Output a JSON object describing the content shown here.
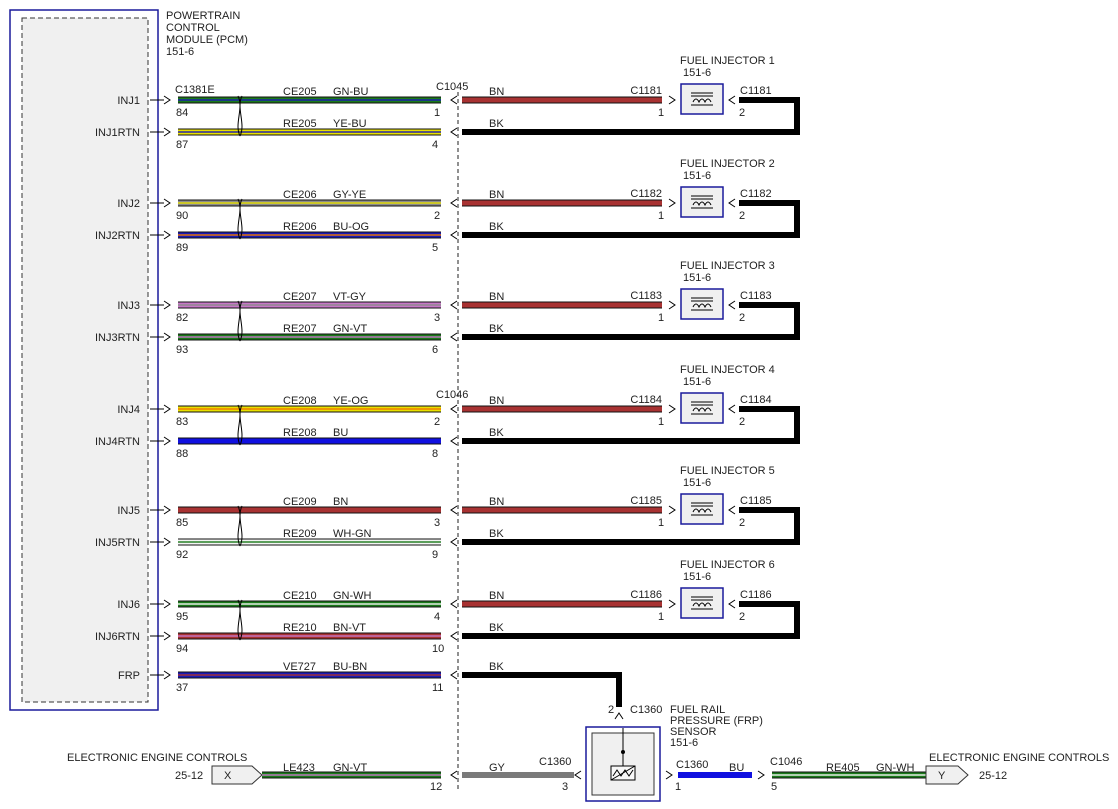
{
  "pcm": {
    "title_lines": [
      "POWERTRAIN",
      "CONTROL",
      "MODULE (PCM)",
      "151-6"
    ],
    "connector": "C1381E"
  },
  "inline_connectors": {
    "upper": "C1045",
    "lower": "C1046"
  },
  "circuits": [
    {
      "pin_label": "INJ1",
      "pcm_pin": "84",
      "circuit": "CE205",
      "color_code": "GN-BU",
      "colors": [
        "#1a7a1a",
        "#1a1ab3"
      ],
      "inline_pin": "1",
      "harness_color": "BN",
      "injector_pin": "1",
      "return_pin": "2",
      "rtn": {
        "pin_label": "INJ1RTN",
        "pcm_pin": "87",
        "circuit": "RE205",
        "color_code": "YE-BU",
        "colors": [
          "#e8e000",
          "#1a1ab3"
        ],
        "inline_pin": "4",
        "harness_color": "BK"
      },
      "injector": {
        "title": "FUEL INJECTOR 1",
        "ref": "151-6",
        "connector": "C1181"
      }
    },
    {
      "pin_label": "INJ2",
      "pcm_pin": "90",
      "circuit": "CE206",
      "color_code": "GY-YE",
      "colors": [
        "#8c8c8c",
        "#e8e000"
      ],
      "inline_pin": "2",
      "harness_color": "BN",
      "injector_pin": "1",
      "return_pin": "2",
      "rtn": {
        "pin_label": "INJ2RTN",
        "pcm_pin": "89",
        "circuit": "RE206",
        "color_code": "BU-OG",
        "colors": [
          "#1a1ab3",
          "#f07800"
        ],
        "inline_pin": "5",
        "harness_color": "BK"
      },
      "injector": {
        "title": "FUEL INJECTOR 2",
        "ref": "151-6",
        "connector": "C1182"
      }
    },
    {
      "pin_label": "INJ3",
      "pcm_pin": "82",
      "circuit": "CE207",
      "color_code": "VT-GY",
      "colors": [
        "#c878c8",
        "#8c8c8c"
      ],
      "inline_pin": "3",
      "harness_color": "BN",
      "injector_pin": "1",
      "return_pin": "2",
      "rtn": {
        "pin_label": "INJ3RTN",
        "pcm_pin": "93",
        "circuit": "RE207",
        "color_code": "GN-VT",
        "colors": [
          "#1a7a1a",
          "#c878c8"
        ],
        "inline_pin": "6",
        "harness_color": "BK"
      },
      "injector": {
        "title": "FUEL INJECTOR 3",
        "ref": "151-6",
        "connector": "C1183"
      }
    },
    {
      "pin_label": "INJ4",
      "pcm_pin": "83",
      "circuit": "CE208",
      "color_code": "YE-OG",
      "colors": [
        "#e8e000",
        "#f07800"
      ],
      "inline_pin": "2",
      "harness_color": "BN",
      "injector_pin": "1",
      "return_pin": "2",
      "rtn": {
        "pin_label": "INJ4RTN",
        "pcm_pin": "88",
        "circuit": "RE208",
        "color_code": "BU",
        "colors": [
          "#1010e0",
          "#1010e0"
        ],
        "inline_pin": "8",
        "harness_color": "BK"
      },
      "injector": {
        "title": "FUEL INJECTOR 4",
        "ref": "151-6",
        "connector": "C1184"
      }
    },
    {
      "pin_label": "INJ5",
      "pcm_pin": "85",
      "circuit": "CE209",
      "color_code": "BN",
      "colors": [
        "#a83232",
        "#a83232"
      ],
      "inline_pin": "3",
      "harness_color": "BN",
      "injector_pin": "1",
      "return_pin": "2",
      "rtn": {
        "pin_label": "INJ5RTN",
        "pcm_pin": "92",
        "circuit": "RE209",
        "color_code": "WH-GN",
        "colors": [
          "#f4f4f4",
          "#1a7a1a"
        ],
        "inline_pin": "9",
        "harness_color": "BK"
      },
      "injector": {
        "title": "FUEL INJECTOR 5",
        "ref": "151-6",
        "connector": "C1185"
      }
    },
    {
      "pin_label": "INJ6",
      "pcm_pin": "95",
      "circuit": "CE210",
      "color_code": "GN-WH",
      "colors": [
        "#1a7a1a",
        "#f4f4f4"
      ],
      "inline_pin": "4",
      "harness_color": "BN",
      "injector_pin": "1",
      "return_pin": "2",
      "rtn": {
        "pin_label": "INJ6RTN",
        "pcm_pin": "94",
        "circuit": "RE210",
        "color_code": "BN-VT",
        "colors": [
          "#a83232",
          "#c878c8"
        ],
        "inline_pin": "10",
        "harness_color": "BK"
      },
      "injector": {
        "title": "FUEL INJECTOR 6",
        "ref": "151-6",
        "connector": "C1186"
      }
    }
  ],
  "frp": {
    "pin_label": "FRP",
    "pcm_pin": "37",
    "circuit": "VE727",
    "color_code": "BU-BN",
    "colors": [
      "#1a1ab3",
      "#a83232"
    ],
    "inline_pin": "11",
    "harness_color": "BK",
    "sensor": {
      "title_lines": [
        "FUEL RAIL",
        "PRESSURE (FRP)",
        "SENSOR",
        "151-6"
      ],
      "connector": "C1360",
      "signal_pin": "2",
      "gy_pin": "3",
      "bu_pin": "1"
    }
  },
  "eec_left": {
    "title": "ELECTRONIC ENGINE CONTROLS",
    "ref": "25-12",
    "symbol": "X",
    "circuit": "LE423",
    "color_code": "GN-VT",
    "colors": [
      "#1a7a1a",
      "#c878c8"
    ],
    "inline_pin": "12",
    "harness_color": "GY",
    "harness_connector": "C1360"
  },
  "eec_right": {
    "title": "ELECTRONIC ENGINE CONTROLS",
    "ref": "25-12",
    "symbol": "Y",
    "connector_1360": "C1360",
    "bu_color": "BU",
    "connector_1046": "C1046",
    "pin": "5",
    "circuit": "RE405",
    "color_code": "GN-WH",
    "colors": [
      "#1a7a1a",
      "#f4f4f4"
    ]
  },
  "palette": {
    "brown": "#a83232",
    "black": "#000000",
    "gray": "#7a7a7a",
    "blue": "#1010e0",
    "frame": "#1a1a9c"
  }
}
